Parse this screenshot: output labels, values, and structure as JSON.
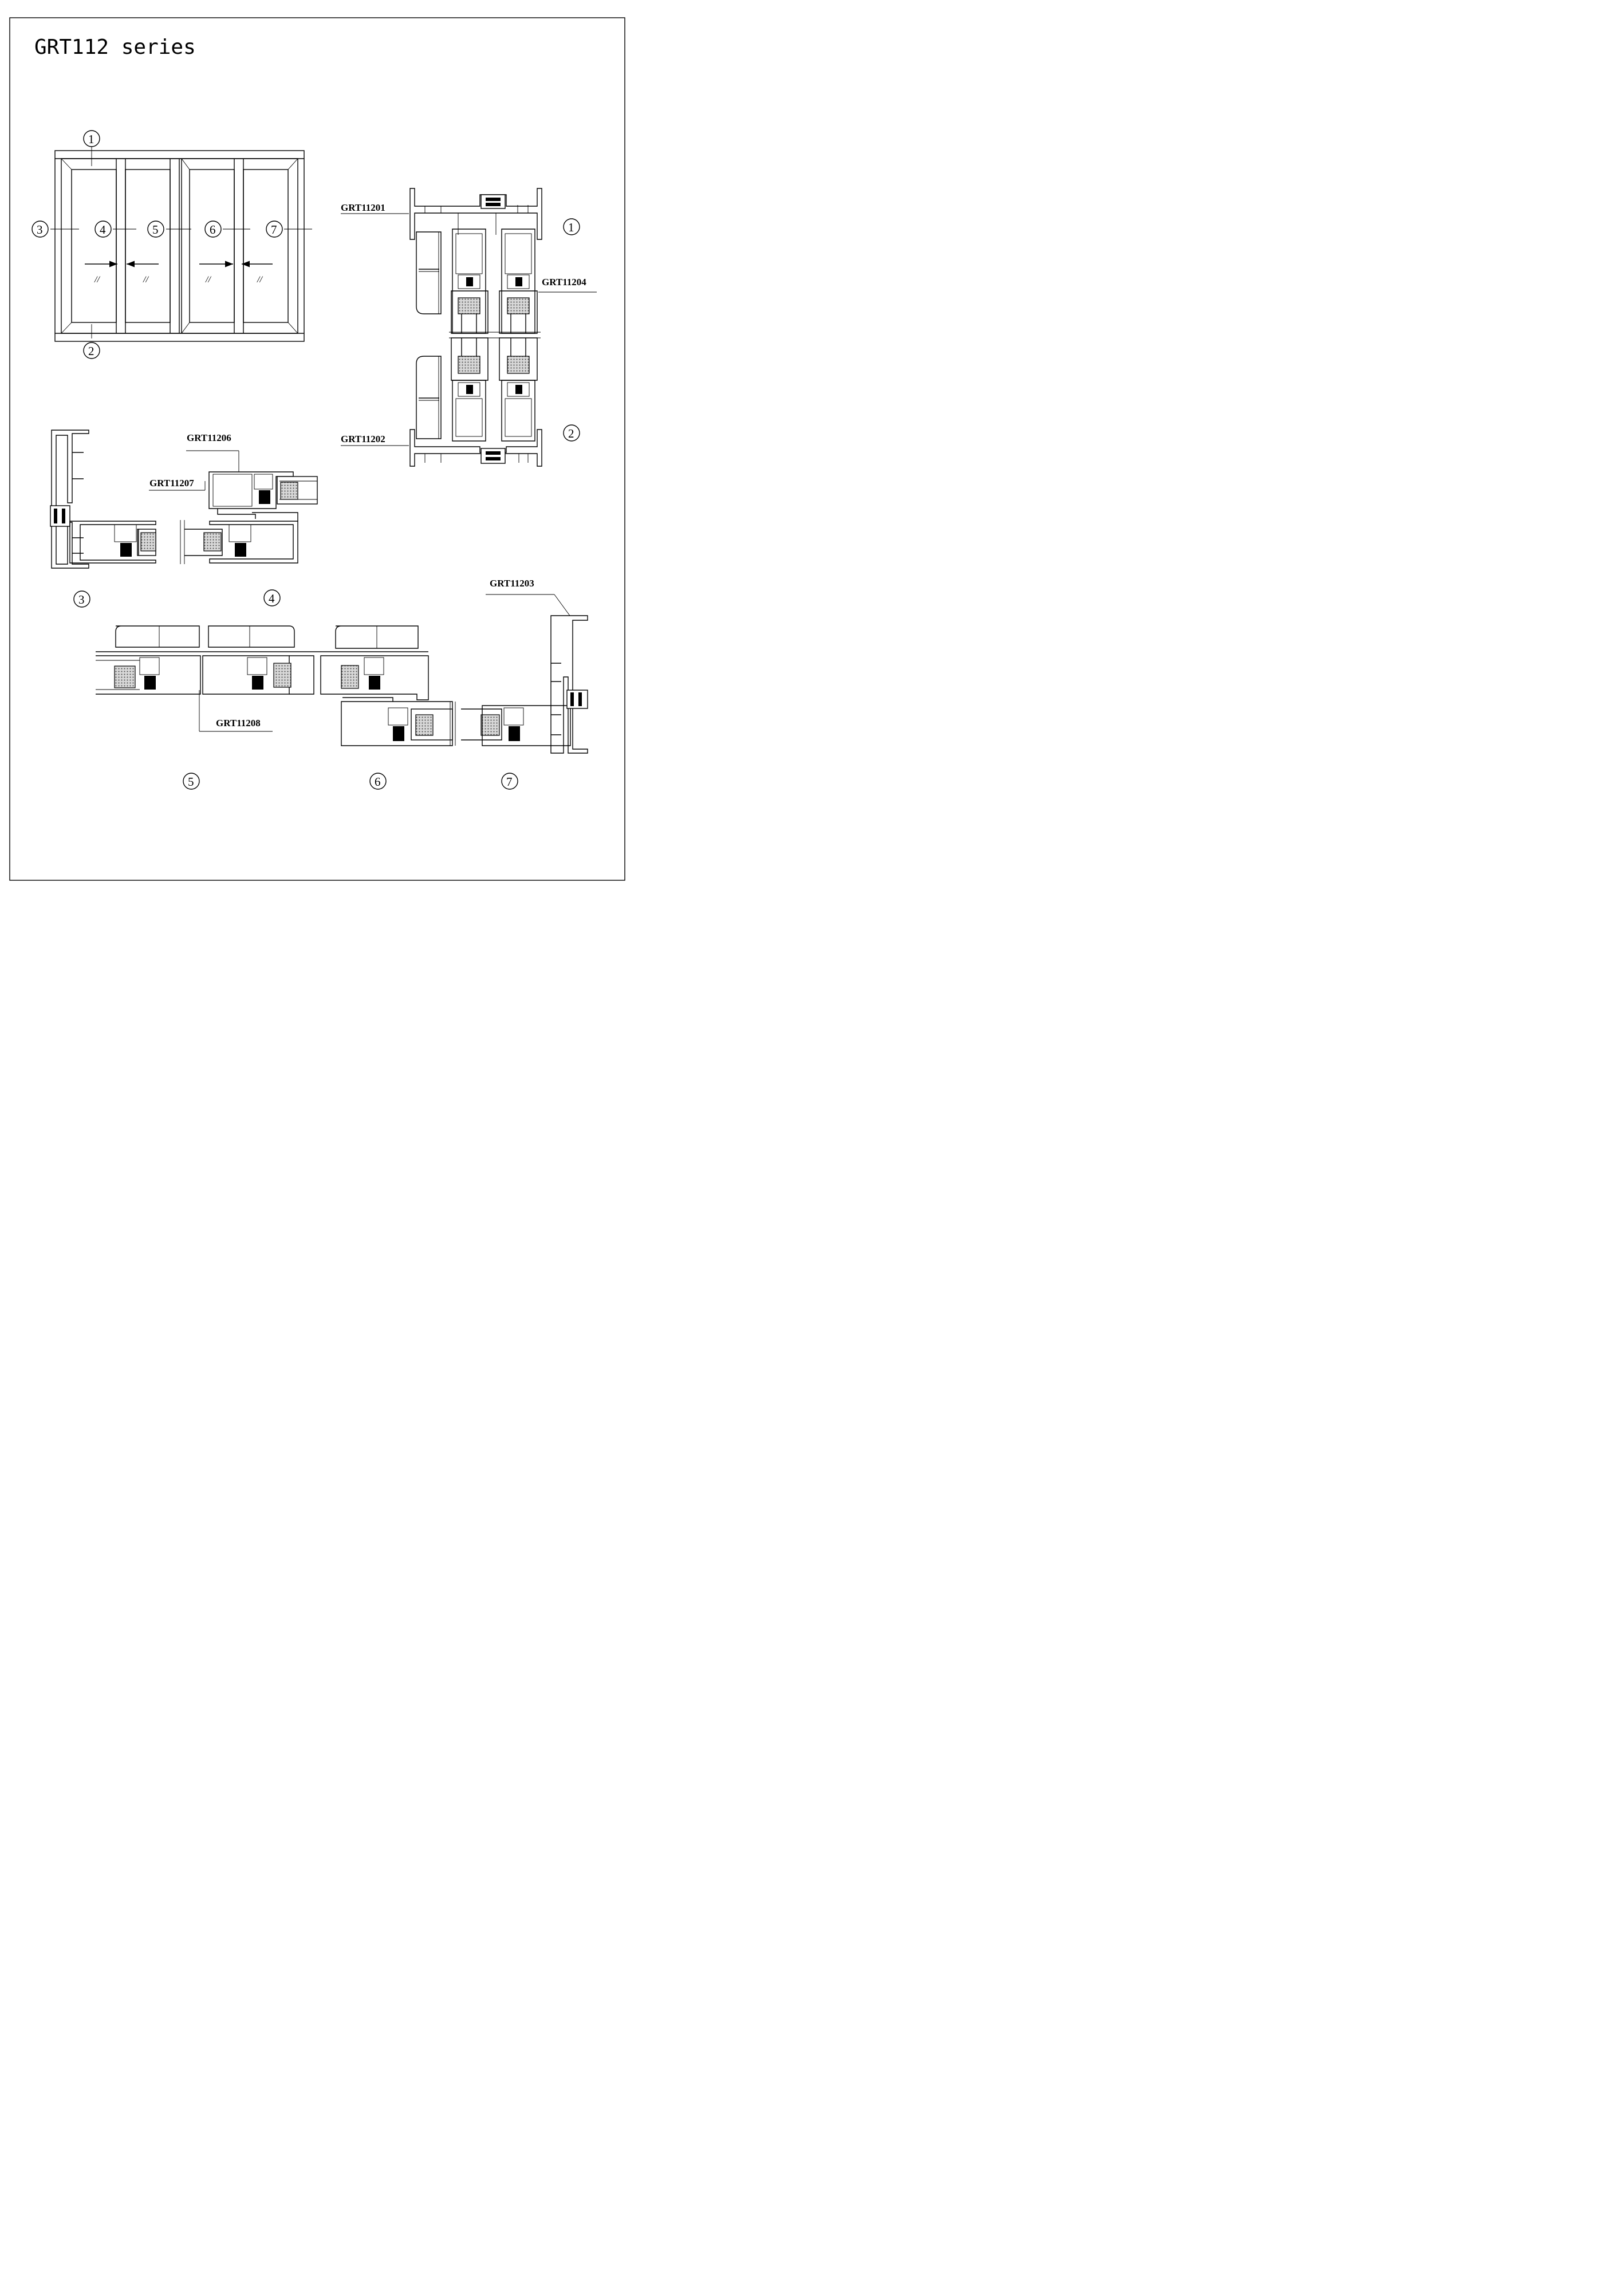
{
  "title": "GRT112 series",
  "elevation": {
    "section_marks": [
      "1",
      "2",
      "3",
      "4",
      "5",
      "6",
      "7"
    ],
    "glass_symbol": "//"
  },
  "profile_codes": {
    "top_track": "GRT11201",
    "bottom_track": "GRT11202",
    "side_frame": "GRT11203",
    "sash": "GRT11204",
    "interlock_a": "GRT11206",
    "interlock_b": "GRT11207",
    "interlock_c": "GRT11208"
  },
  "section_labels": [
    "1",
    "2",
    "3",
    "4",
    "5",
    "6",
    "7"
  ],
  "colors": {
    "line": "#000000",
    "paper": "#ffffff"
  }
}
